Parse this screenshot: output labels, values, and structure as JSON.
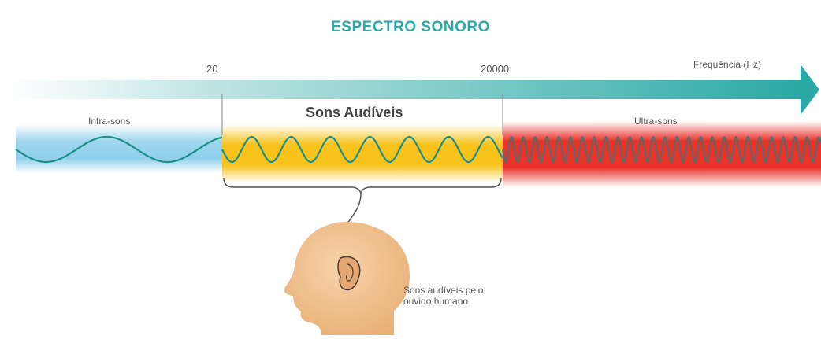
{
  "title": "ESPECTRO SONORO",
  "axis": {
    "label": "Frequência (Hz)",
    "ticks": [
      "20",
      "20000"
    ]
  },
  "bands": {
    "infra": "Infra-sons",
    "audible": "Sons Audíveis",
    "ultra": "Ultra-sons"
  },
  "caption": [
    "Sons audíveis pelo",
    "ouvido humano"
  ],
  "colors": {
    "accent": "#2aa9a6",
    "infra_band": "#8fd0ec",
    "audible_band": "#f7c21a",
    "ultra_band": "#e8322a",
    "skin": "#f3c89a"
  },
  "icons": [
    "head-icon",
    "ear-icon",
    "bracket-icon",
    "arrow-icon"
  ]
}
